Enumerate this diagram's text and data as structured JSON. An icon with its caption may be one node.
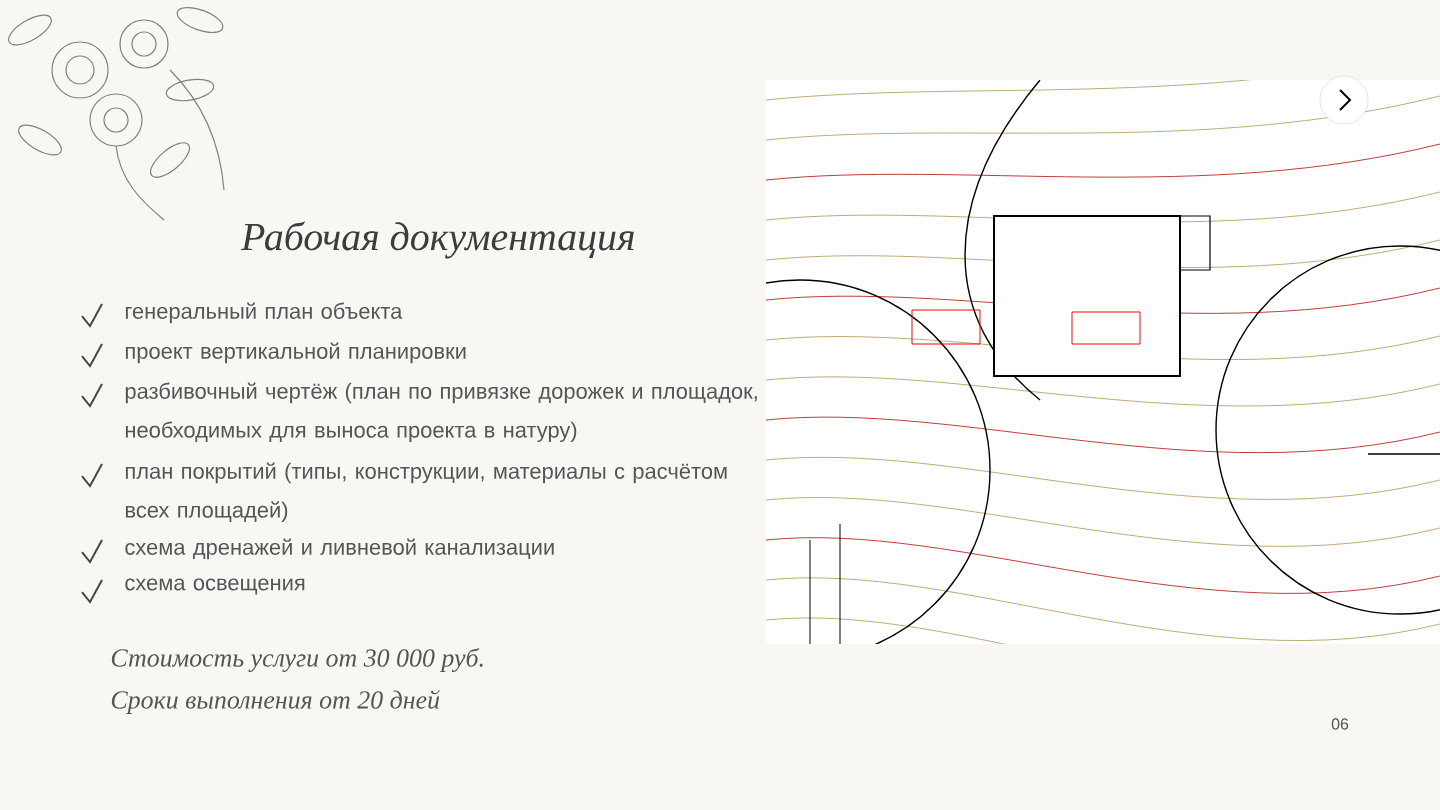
{
  "diagram": {
    "title": "Рабочая документация",
    "labels": [
      "генеральный план объекта",
      "проект вертикальной планировки",
      "разбивочный чертёж (план по привязке дорожек и площадок, необходимых для выноса проекта в натуру)",
      "план покрытий (типы, конструкции, материалы с расчётом всех площадей)",
      "схема дренажей и ливневой канализации",
      "схема освещения",
      "Стоимость услуги от 30 000 руб.",
      "Сроки выполнения от 20 дней",
      "06"
    ]
  }
}
